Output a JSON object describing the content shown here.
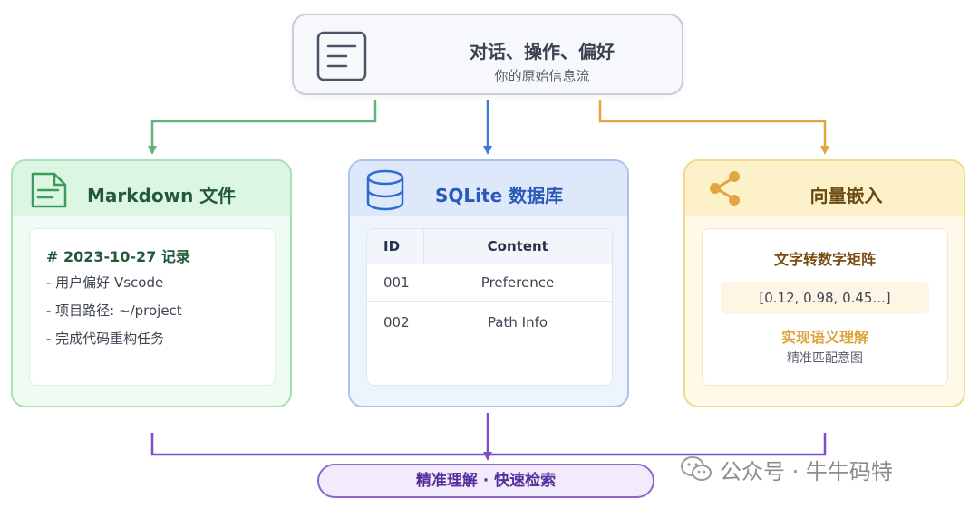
{
  "source": {
    "title": "对话、操作、偏好",
    "subtitle": "你的原始信息流",
    "icon": "document-icon"
  },
  "cards": {
    "markdown": {
      "title": "Markdown 文件",
      "icon": "file-icon",
      "heading": "# 2023-10-27 记录",
      "lines": [
        "- 用户偏好 Vscode",
        "- 项目路径: ~/project",
        "- 完成代码重构任务"
      ]
    },
    "sqlite": {
      "title": "SQLite 数据库",
      "icon": "database-icon",
      "columns": [
        "ID",
        "Content"
      ],
      "rows": [
        {
          "id": "001",
          "content": "Preference"
        },
        {
          "id": "002",
          "content": "Path Info"
        }
      ]
    },
    "vector": {
      "title": "向量嵌入",
      "icon": "share-icon",
      "subtitle": "文字转数字矩阵",
      "vector": "[0.12, 0.98, 0.45...]",
      "semantic": "实现语义理解",
      "semantic_sub": "精准匹配意图"
    }
  },
  "result": {
    "label": "精准理解 · 快速检索"
  },
  "watermark": {
    "text": "公众号 · 牛牛码特",
    "icon": "wechat-icon"
  },
  "colors": {
    "green": "#5fb47a",
    "blue": "#3f76d9",
    "orange": "#e3a53f",
    "purple": "#7b4fc9"
  }
}
